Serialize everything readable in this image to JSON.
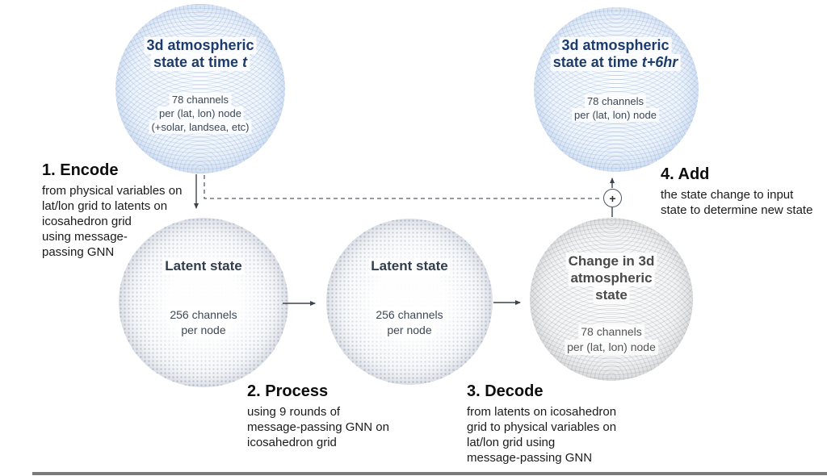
{
  "diagram": {
    "spheres": {
      "input": {
        "title_line1": "3d atmospheric",
        "title_line2": "state at time",
        "title_line2_italic": "t",
        "body_line1": "78 channels",
        "body_line2": "per (lat, lon) node",
        "body_line3": "(+solar, landsea, etc)"
      },
      "output": {
        "title_line1": "3d atmospheric",
        "title_line2": "state at time",
        "title_line2_italic": "t+6hr",
        "body_line1": "78 channels",
        "body_line2": "per (lat, lon) node"
      },
      "latent1": {
        "title": "Latent state",
        "body_line1": "256 channels",
        "body_line2": "per node"
      },
      "latent2": {
        "title": "Latent state",
        "body_line1": "256 channels",
        "body_line2": "per node"
      },
      "delta": {
        "title_line1": "Change in 3d",
        "title_line2": "atmospheric",
        "title_line3": "state",
        "body_line1": "78 channels",
        "body_line2": "per (lat, lon) node"
      }
    },
    "steps": {
      "encode": {
        "heading": "1. Encode",
        "line1": "from physical variables on",
        "line2": "lat/lon grid to latents on",
        "line3": "icosahedron grid",
        "line4": "using message-",
        "line5": "passing GNN"
      },
      "process": {
        "heading": "2. Process",
        "line1": "using 9 rounds of",
        "line2": "message-passing GNN on",
        "line3": "icosahedron grid"
      },
      "decode": {
        "heading": "3. Decode",
        "line1": "from latents on icosahedron",
        "line2": "grid to physical variables on",
        "line3": "lat/lon grid using",
        "line4": "message-passing GNN"
      },
      "add": {
        "heading": "4. Add",
        "line1": "the state change to input",
        "line2": "state to determine new state"
      }
    },
    "operator_plus": "+",
    "colors": {
      "sphere_title_text": "#1d3c6e",
      "sphere_body_text": "#3c4856",
      "delta_text": "#4a4a4a",
      "step_text": "#111111",
      "arrow": "#3d444c",
      "sphere_blue_fill": "#e8f0fa",
      "sphere_gray_fill": "#f0f1f3"
    }
  }
}
